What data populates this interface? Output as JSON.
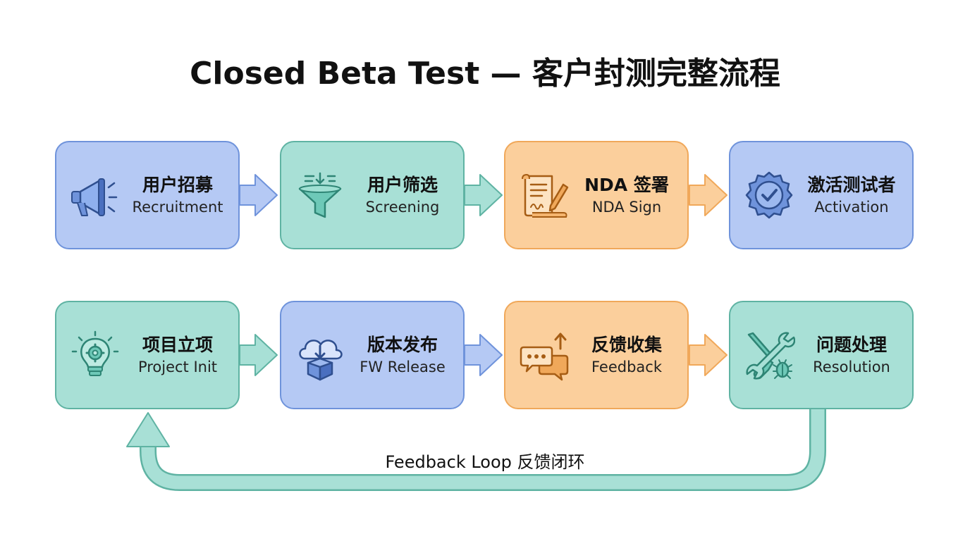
{
  "title": "Closed Beta Test — 客户封测完整流程",
  "colors": {
    "blue_fill": "#b5c9f4",
    "blue_stroke": "#6f93db",
    "teal_fill": "#a8e0d6",
    "teal_stroke": "#5fb3a3",
    "orange_fill": "#fbcf9c",
    "orange_stroke": "#f0a85a"
  },
  "row1": [
    {
      "zh": "用户招募",
      "en": "Recruitment",
      "icon": "megaphone-icon",
      "color": "blue"
    },
    {
      "zh": "用户筛选",
      "en": "Screening",
      "icon": "funnel-icon",
      "color": "teal"
    },
    {
      "zh": "NDA 签署",
      "en": "NDA Sign",
      "icon": "document-sign-icon",
      "color": "orange"
    },
    {
      "zh": "激活测试者",
      "en": "Activation",
      "icon": "check-badge-icon",
      "color": "blue"
    }
  ],
  "row2": [
    {
      "zh": "项目立项",
      "en": "Project Init",
      "icon": "lightbulb-gear-icon",
      "color": "teal"
    },
    {
      "zh": "版本发布",
      "en": "FW Release",
      "icon": "cloud-download-icon",
      "color": "blue"
    },
    {
      "zh": "反馈收集",
      "en": "Feedback",
      "icon": "chat-bubbles-icon",
      "color": "orange"
    },
    {
      "zh": "问题处理",
      "en": "Resolution",
      "icon": "tools-bug-icon",
      "color": "teal"
    }
  ],
  "loop_label": "Feedback Loop 反馈闭环"
}
